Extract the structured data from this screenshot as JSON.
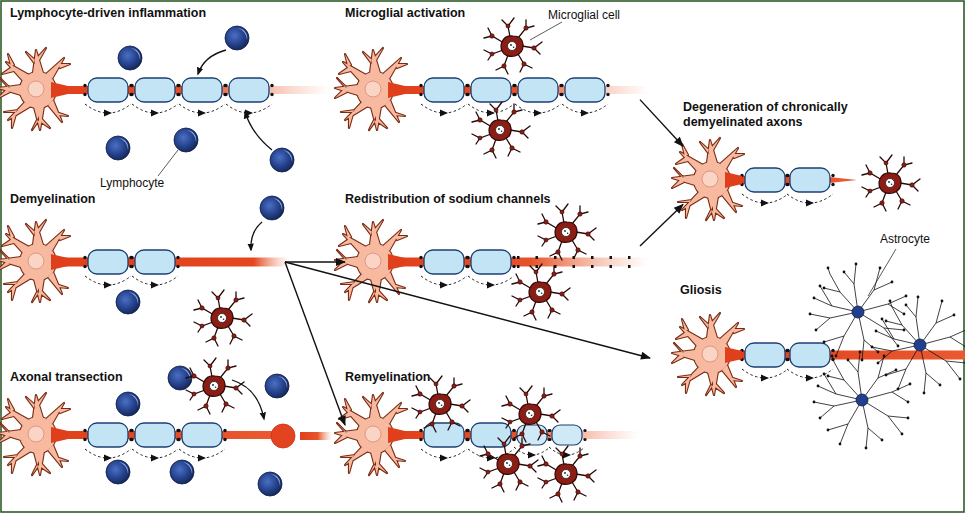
{
  "diagram": {
    "nodes": [
      {
        "text": [
          "Lymphocyte-driven inflammation"
        ]
      },
      {
        "text": [
          "Microglial activation"
        ]
      },
      {
        "text": [
          "Degeneration of chronically demyelinated axons"
        ]
      },
      {
        "text": [
          "Demyelination"
        ]
      },
      {
        "text": [
          "Redistribution of sodium channels"
        ]
      },
      {
        "text": [
          "Gliosis"
        ]
      },
      {
        "text": [
          "Axonal transection"
        ]
      },
      {
        "text": [
          "Remyelination"
        ]
      }
    ],
    "edges": [
      {
        "from": 1,
        "to": 2,
        "arrow": "to"
      },
      {
        "from": 3,
        "to": 4,
        "arrow": "to"
      },
      {
        "from": 4,
        "to": 2,
        "arrow": "to"
      },
      {
        "from": 3,
        "to": 5,
        "arrow": "to"
      },
      {
        "from": 3,
        "to": 7,
        "arrow": "to"
      }
    ],
    "labels": [
      "Lymphocyte",
      "Microglial cell",
      "Astrocyte"
    ]
  }
}
